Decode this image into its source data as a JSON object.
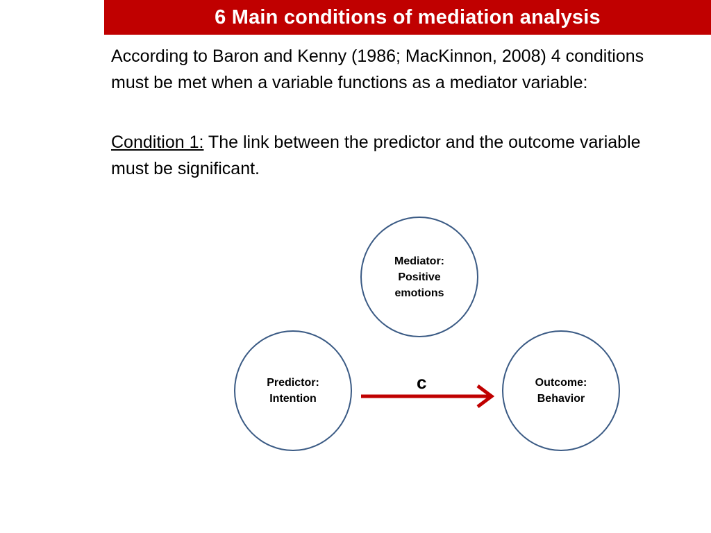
{
  "slide": {
    "title": "6 Main conditions of mediation analysis",
    "intro_text": "According to Baron and Kenny (1986; MacKinnon, 2008) 4 conditions must be met when a variable functions as a mediator variable:",
    "condition_label": "Condition 1:",
    "condition_text": " The link between the predictor  and the outcome variable must be significant."
  },
  "diagram": {
    "mediator": "Mediator:\nPositive\nemotions",
    "predictor": "Predictor:\nIntention",
    "outcome": "Outcome:\nBehavior",
    "path_label": "c"
  },
  "colors": {
    "title_bar": "#c00000",
    "node_border": "#3a5a84",
    "arrow": "#c00000"
  },
  "icons": {
    "path_c": "arrow-right"
  }
}
